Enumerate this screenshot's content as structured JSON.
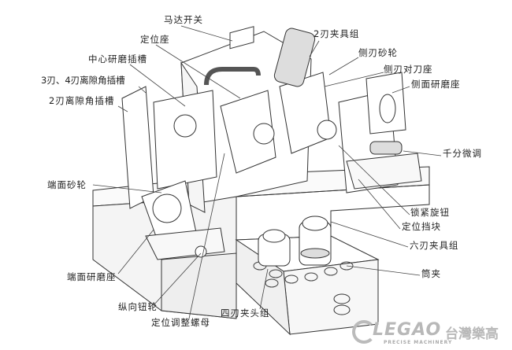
{
  "title": "Drill grinder parts diagram",
  "labels": {
    "motor_switch": "马达开关",
    "positioning_seat": "定位座",
    "center_grinding_slot": "中心研磨插槽",
    "relief_slot_3_4": "3刃、4刃离隙角插槽",
    "relief_slot_2": "2刃离隙角插槽",
    "end_wheel": "端面砂轮",
    "end_grinding_seat": "端面研磨座",
    "longitudinal_knob": "纵向钮轮",
    "positioning_nut": "定位调整螺母",
    "four_flute_chuck": "四刃夹头组",
    "two_flute_fixture": "2刃夹具组",
    "side_wheel": "侧刃砂轮",
    "side_alignment_seat": "侧刃对刀座",
    "side_grinding_seat": "侧面研磨座",
    "micrometer": "千分微调",
    "lock_knob": "锁紧旋钮",
    "stop_block": "定位挡块",
    "six_flute_fixture": "六刃夹具组",
    "collet": "筒夹"
  },
  "logo": {
    "brand": "LEGAO",
    "brand_cn": "台灣樂高",
    "tagline": "PRECISE MACHINERY"
  },
  "colors": {
    "line": "#333333",
    "text": "#222222",
    "logo": "#b8b8b8"
  }
}
